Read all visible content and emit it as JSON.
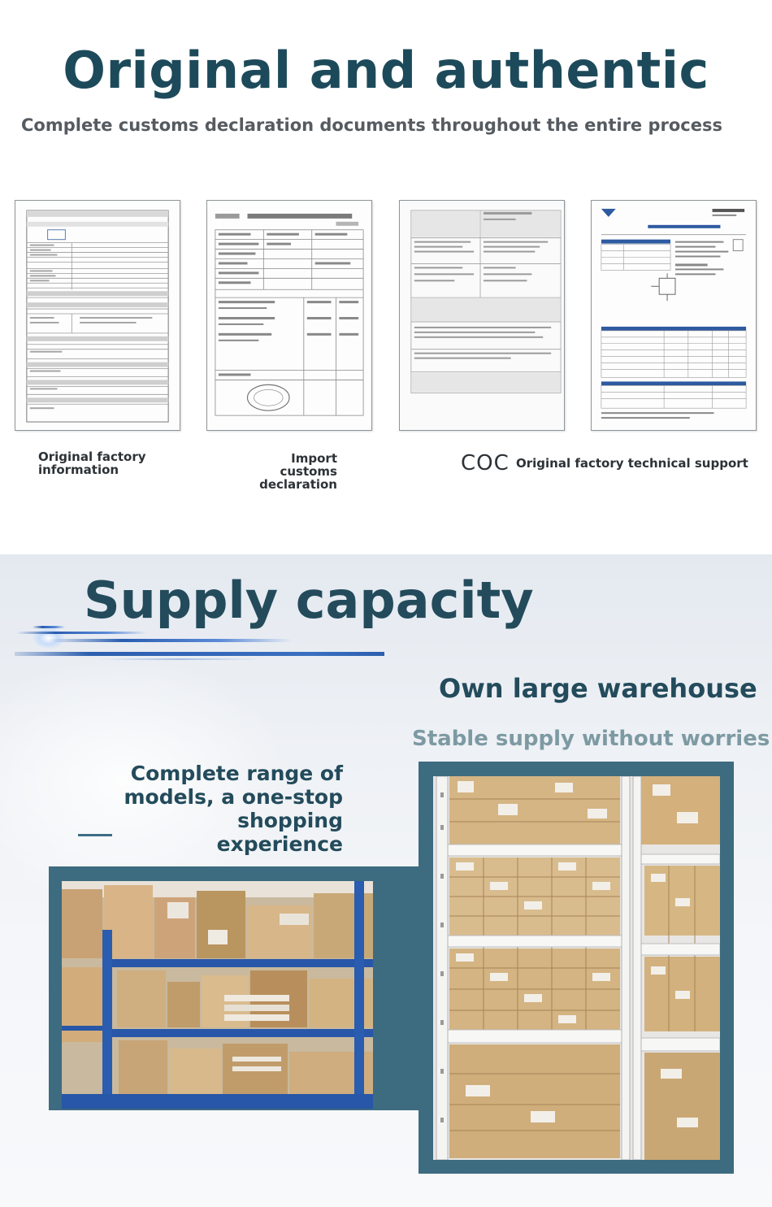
{
  "section1": {
    "title": "Original and authentic",
    "subtitle": "Complete customs declaration documents throughout the entire process",
    "captions": {
      "factory_info": "Original factory information",
      "import_customs": "Import customs declaration",
      "coc": "COC",
      "tech_support": "Original factory technical support"
    }
  },
  "section2": {
    "title": "Supply capacity",
    "own_warehouse": "Own large warehouse",
    "stable_supply": "Stable supply without worries",
    "complete_range": "Complete range of models, a one-stop shopping experience"
  },
  "colors": {
    "title": "#1d4a5a",
    "frame": "#3d6b80",
    "muted": "#7d9aa3"
  }
}
